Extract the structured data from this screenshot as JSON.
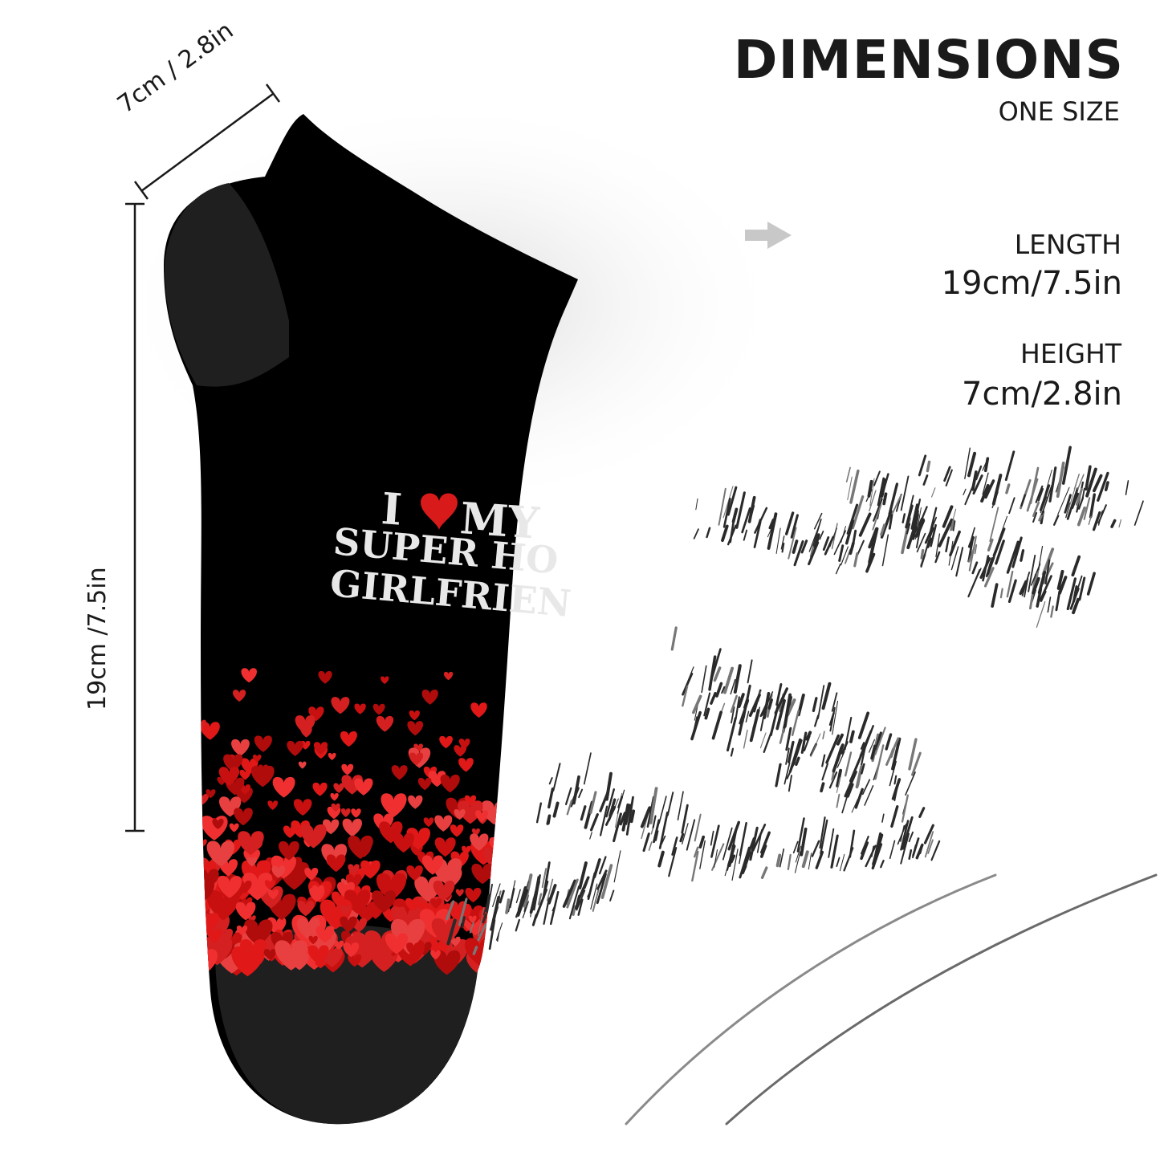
{
  "header": {
    "title": "DIMENSIONS",
    "subtitle": "ONE SIZE"
  },
  "specs": {
    "length_label": "LENGTH",
    "length_value": "19cm/7.5in",
    "height_label": "HEIGHT",
    "height_value": "7cm/2.8in"
  },
  "measurements": {
    "width_label": "7cm / 2.8in",
    "length_label": "19cm /7.5in"
  },
  "sock": {
    "print_line1_a": "I",
    "print_line1_b": "MY",
    "print_line2": "SUPER HO",
    "print_line3": "GIRLFRIEN",
    "body_color": "#000000",
    "heel_color": "#1e1e1e",
    "heart_color": "#e01818"
  },
  "icons": {
    "arrow": "arrow-right-icon",
    "runner": "runner-sketch"
  }
}
